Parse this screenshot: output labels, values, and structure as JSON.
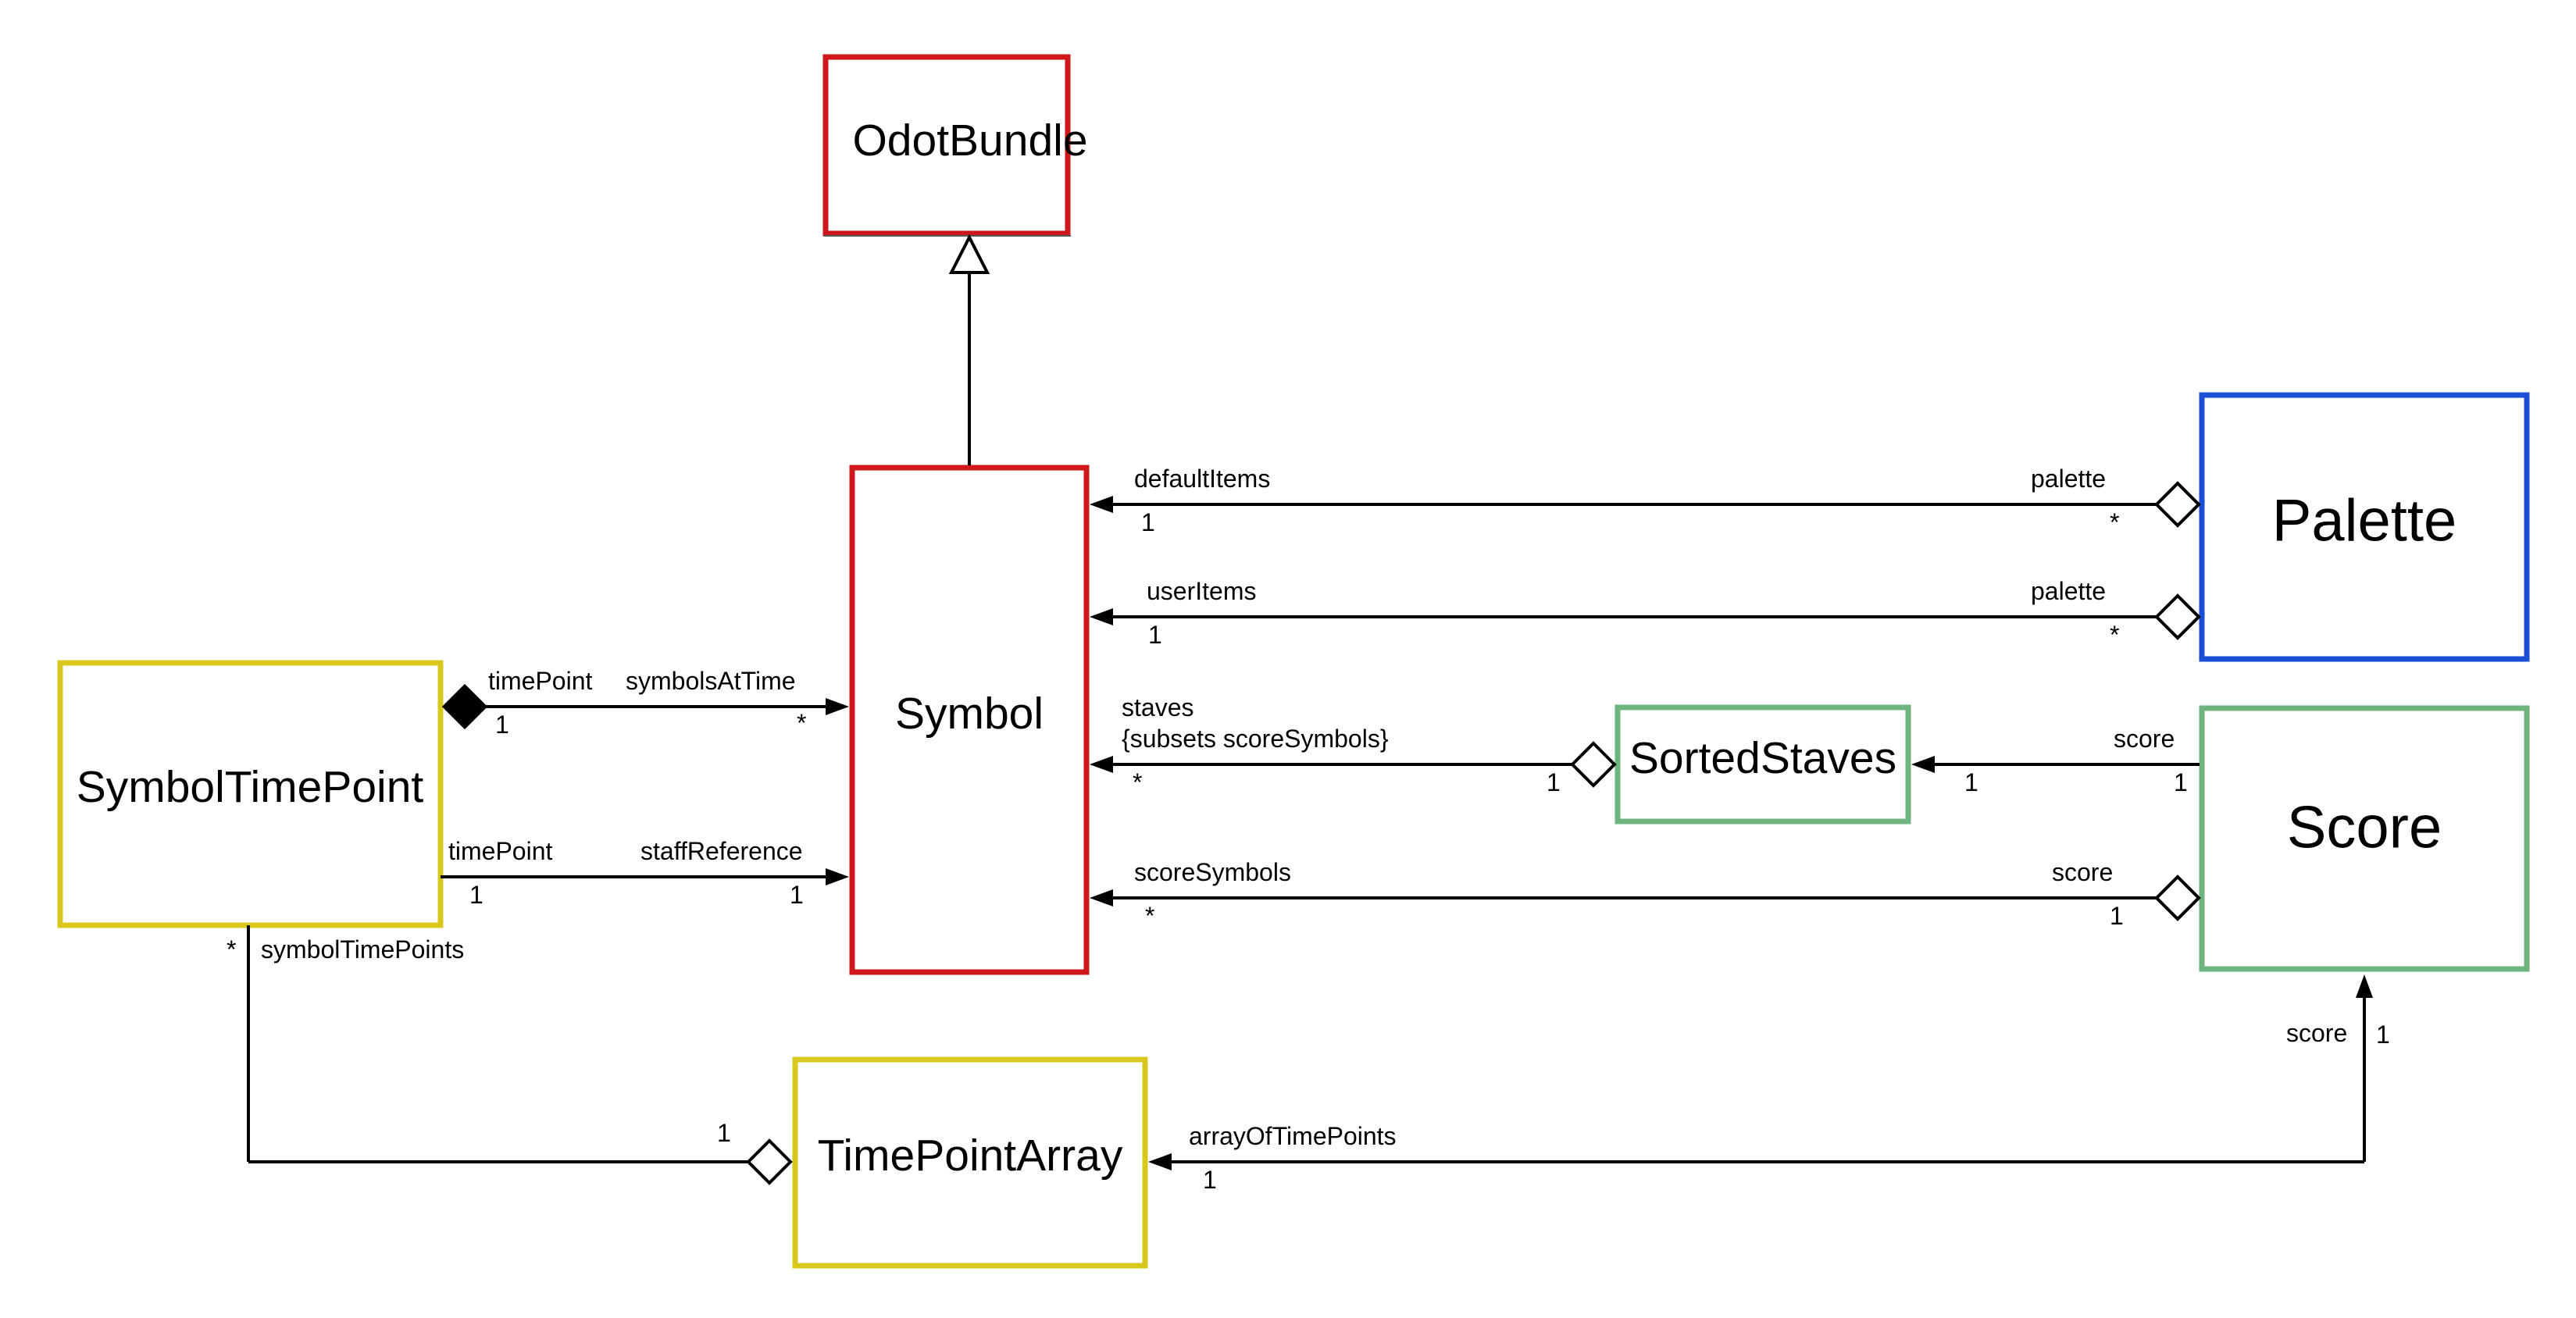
{
  "colors": {
    "red": "#d0171b",
    "blue": "#1a4fd6",
    "green": "#6db47f",
    "yellow": "#d8c81e",
    "line": "#000000"
  },
  "classes": {
    "odot_bundle": "OdotBundle",
    "symbol": "Symbol",
    "palette": "Palette",
    "symbol_time_point": "SymbolTimePoint",
    "sorted_staves": "SortedStaves",
    "score": "Score",
    "time_point_array": "TimePointArray"
  },
  "associations": {
    "palette_default": {
      "source_role": "palette",
      "source_mult": "*",
      "target_role": "defaultItems",
      "target_mult": "1"
    },
    "palette_user": {
      "source_role": "palette",
      "source_mult": "*",
      "target_role": "userItems",
      "target_mult": "1"
    },
    "stp_symbols_at_time": {
      "source_role": "timePoint",
      "source_mult": "1",
      "target_role": "symbolsAtTime",
      "target_mult": "*"
    },
    "stp_staff_reference": {
      "source_role": "timePoint",
      "source_mult": "1",
      "target_role": "staffReference",
      "target_mult": "1"
    },
    "staves_symbols": {
      "target_role": "staves",
      "target_constraint": "{subsets scoreSymbols}",
      "target_mult": "*",
      "source_mult": "1"
    },
    "score_sorted_staves": {
      "source_role": "score",
      "source_mult": "1",
      "target_mult": "1"
    },
    "score_symbols": {
      "source_role": "score",
      "source_mult": "1",
      "target_role": "scoreSymbols",
      "target_mult": "*"
    },
    "score_time_points": {
      "source_role": "score",
      "source_mult": "1",
      "target_role": "arrayOfTimePoints",
      "target_mult": "1"
    },
    "array_stp": {
      "source_mult": "1",
      "target_role": "symbolTimePoints",
      "target_mult": "*"
    }
  }
}
